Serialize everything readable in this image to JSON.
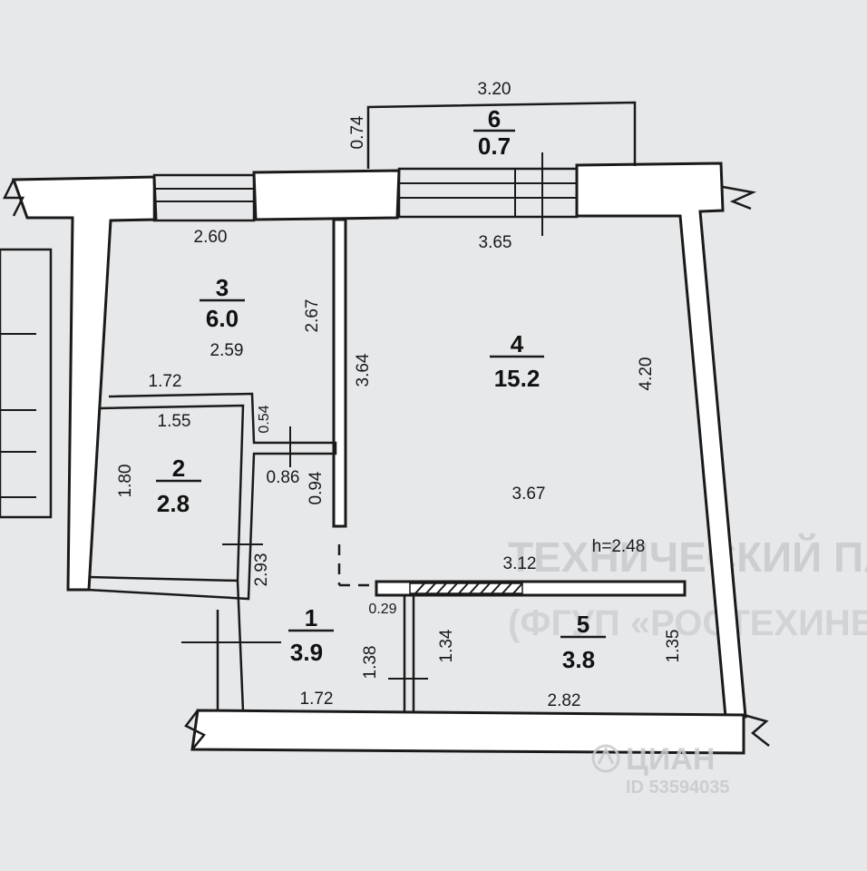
{
  "rooms": [
    {
      "number": "1",
      "area": "3.9"
    },
    {
      "number": "2",
      "area": "2.8"
    },
    {
      "number": "3",
      "area": "6.0"
    },
    {
      "number": "4",
      "area": "15.2"
    },
    {
      "number": "5",
      "area": "3.8"
    },
    {
      "number": "6",
      "area": "0.7"
    }
  ],
  "dimensions": {
    "balcony_width": "3.20",
    "balcony_depth": "0.74",
    "room3_top": "2.60",
    "room3_side": "2.67",
    "room3_inner": "2.59",
    "room4_top": "3.65",
    "partition": "3.64",
    "room4_right": "4.20",
    "room4_inner": "3.67",
    "room3_bottom": "1.72",
    "room2_top": "1.55",
    "niche": "0.54",
    "room2_side": "1.80",
    "closet_w": "0.86",
    "closet_h": "0.94",
    "hall_side": "2.93",
    "room5_top": "3.12",
    "wall_thickness": "0.29",
    "hall_depth": "1.38",
    "room5_left": "1.34",
    "room5_right": "1.35",
    "hall_bottom": "1.72",
    "room5_bottom": "2.82",
    "ceiling_height": "h=2.48"
  },
  "watermark": {
    "brand": "ЦИАН",
    "id": "ID 53594035"
  },
  "background_text": {
    "line1": "ТЕХНИЧЕСКИЙ ПАСПОРТ",
    "line2": "(ФГУП «РОСТЕХИНВЕНТАРИЗАЦИЯ»)"
  },
  "colors": {
    "paper": "#e7e8ea",
    "ink": "#1a1a1a",
    "wall_fill": "#ffffff"
  }
}
